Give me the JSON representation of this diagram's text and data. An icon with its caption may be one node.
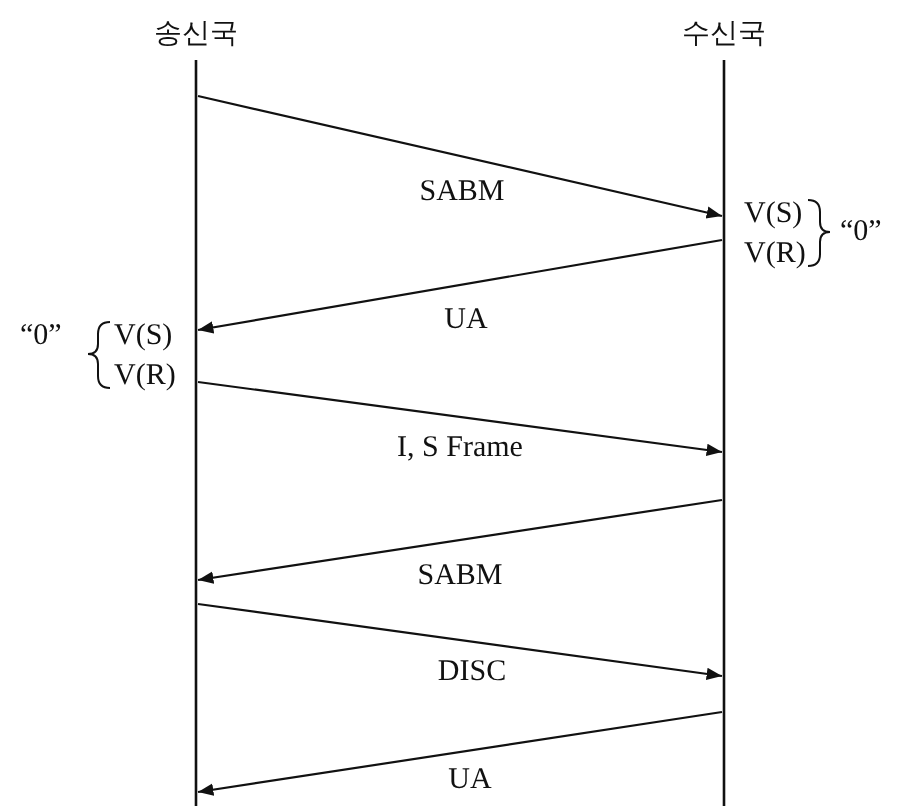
{
  "diagram": {
    "nodes": [
      {
        "text": [
          "송신국"
        ]
      },
      {
        "text": [
          "수신국"
        ]
      }
    ],
    "edges": [
      {
        "from": 0,
        "to": 1,
        "arrow": "to",
        "label": "SABM"
      },
      {
        "from": 1,
        "to": 0,
        "arrow": "to",
        "label": "UA"
      },
      {
        "from": 0,
        "to": 1,
        "arrow": "to",
        "label": "I, S Frame"
      },
      {
        "from": 1,
        "to": 0,
        "arrow": "to",
        "label": "SABM"
      },
      {
        "from": 0,
        "to": 1,
        "arrow": "to",
        "label": "DISC"
      },
      {
        "from": 1,
        "to": 0,
        "arrow": "to",
        "label": "UA"
      }
    ],
    "labels": [
      "V(S)",
      "V(R)",
      "“0”",
      "“0”",
      "V(S)",
      "V(R)"
    ]
  }
}
